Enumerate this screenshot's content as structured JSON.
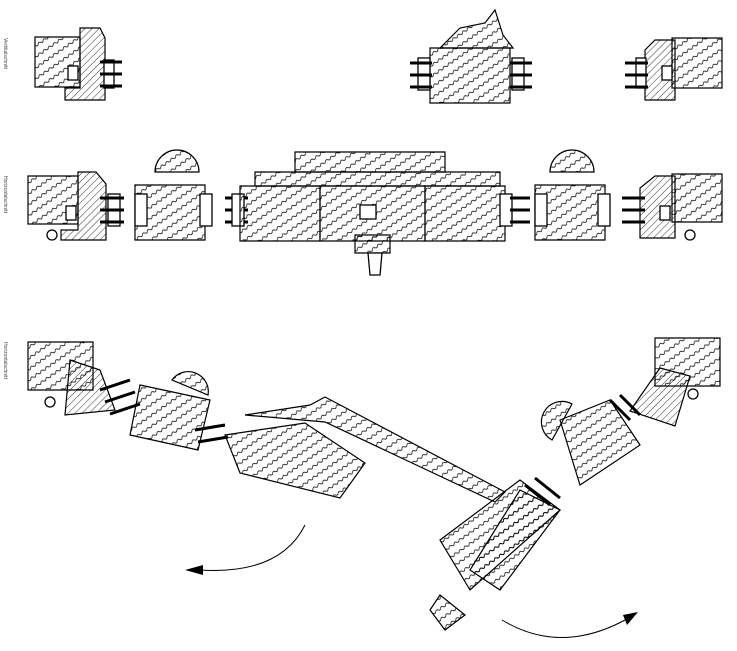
{
  "labels": {
    "vertical_section": "Vertikalschnitt",
    "horizontal_section_closed": "Horizontalschnitt",
    "horizontal_section_open": "Horizontalschnitt"
  }
}
